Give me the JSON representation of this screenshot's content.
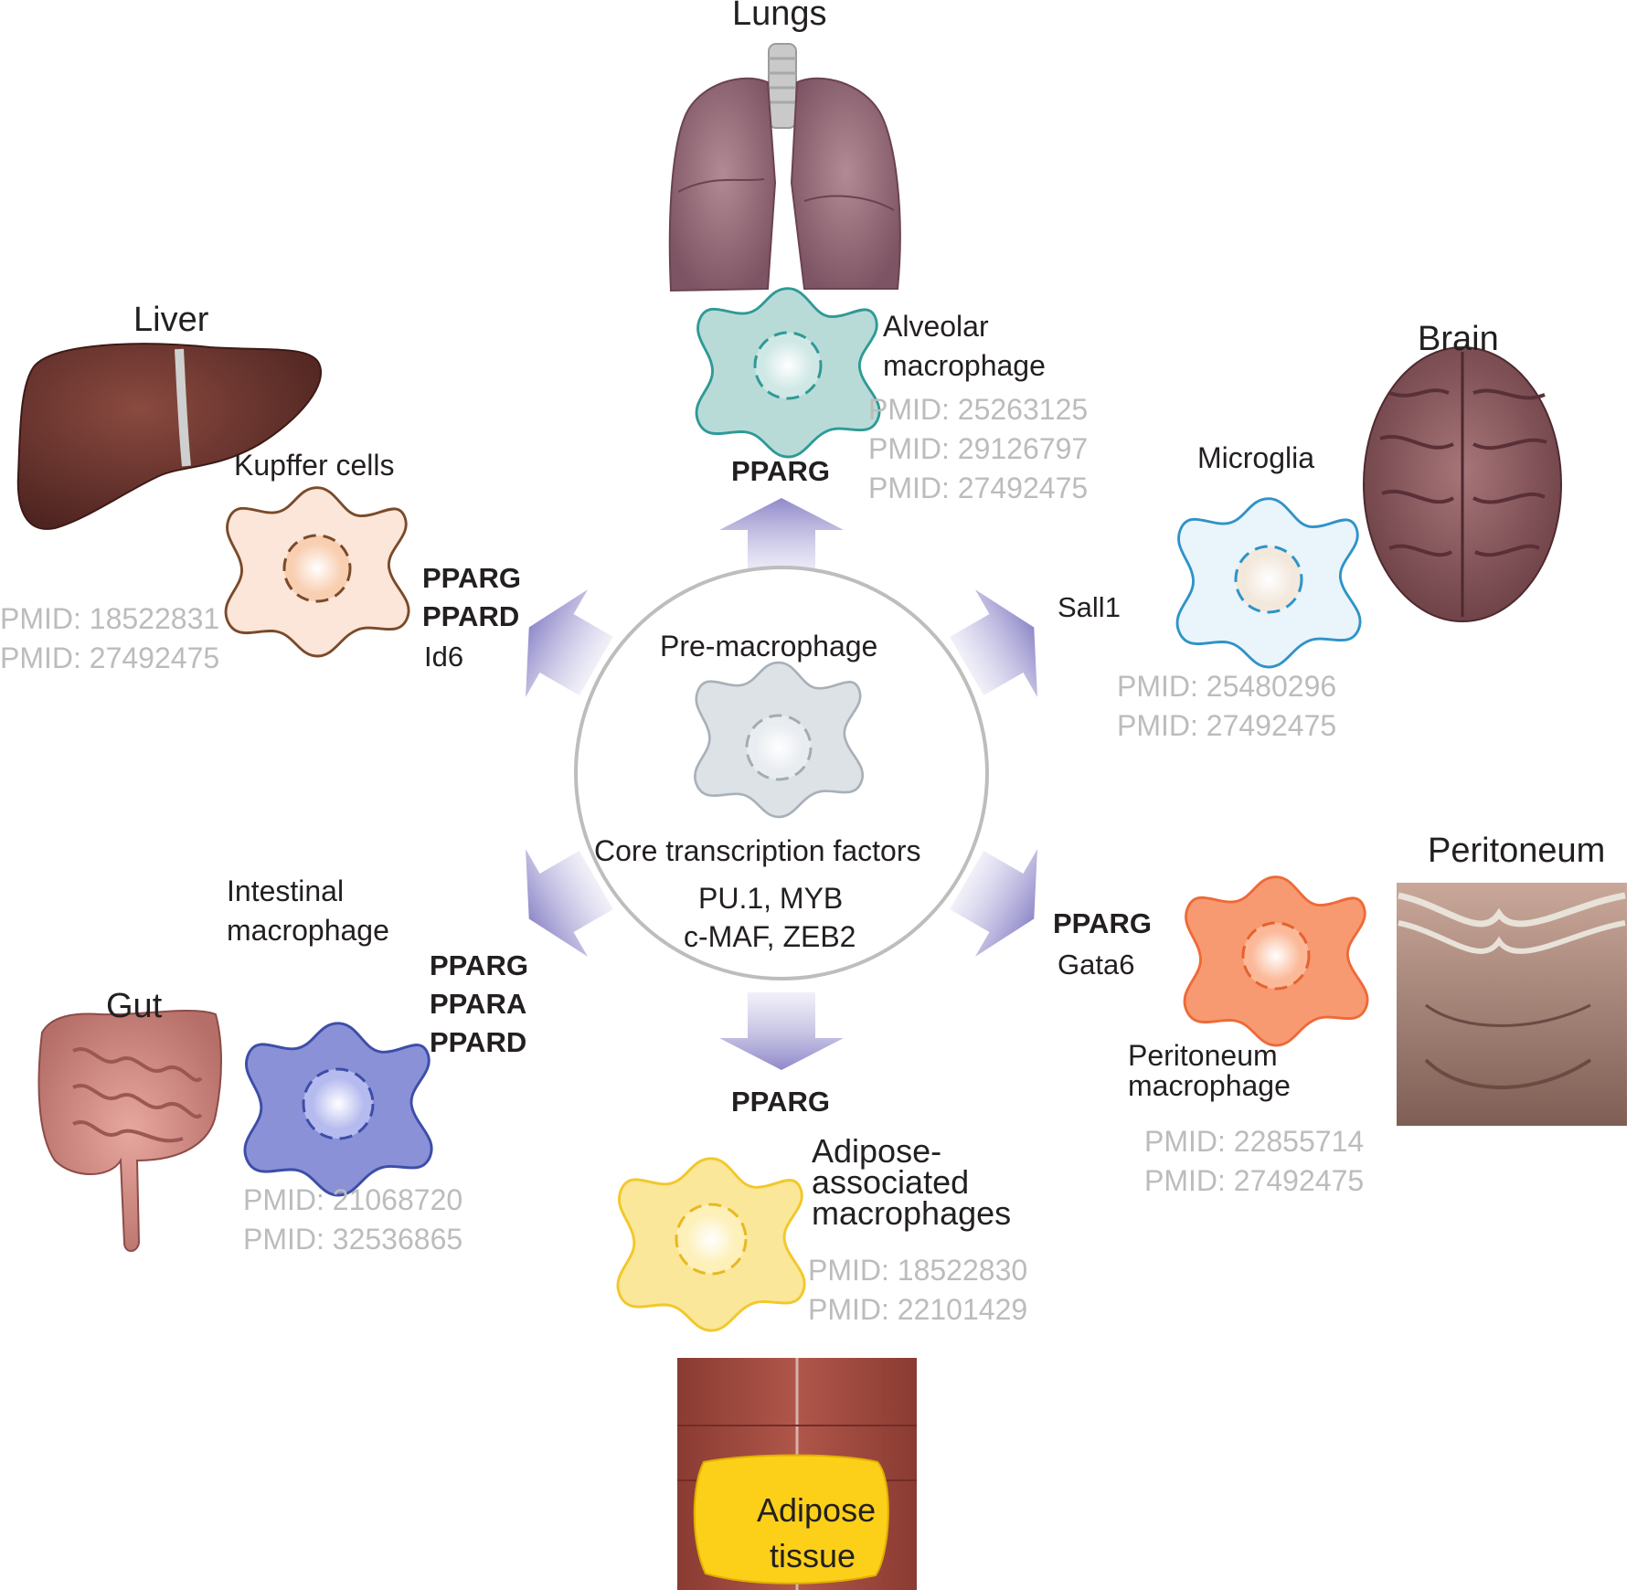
{
  "center": {
    "title": "Pre-macrophage",
    "subtitle": "Core transcription factors",
    "factors": [
      "PU.1, MYB",
      "c-MAF, ZEB2"
    ]
  },
  "branches": {
    "lungs": {
      "organ": "Lungs",
      "cell": [
        "Alveolar",
        "macrophage"
      ],
      "factors": [
        "PPARG"
      ],
      "pmids": [
        "PMID: 25263125",
        "PMID: 29126797",
        "PMID: 27492475"
      ],
      "color": "#2e9a96"
    },
    "brain": {
      "organ": "Brain",
      "cell": [
        "Microglia"
      ],
      "factors_regular": [
        "Sall1"
      ],
      "pmids": [
        "PMID: 25480296",
        "PMID: 27492475"
      ],
      "color": "#2f93c8"
    },
    "peritoneum": {
      "organ": "Peritoneum",
      "cell": [
        "Peritoneum",
        "macrophage"
      ],
      "factors": [
        "PPARG"
      ],
      "factors_regular": [
        "Gata6"
      ],
      "pmids": [
        "PMID: 22855714",
        "PMID: 27492475"
      ],
      "color": "#f07a45"
    },
    "adipose": {
      "organ": [
        "Adipose",
        "tissue"
      ],
      "cell": [
        "Adipose-",
        "associated",
        "macrophages"
      ],
      "factors": [
        "PPARG"
      ],
      "pmids": [
        "PMID: 18522830",
        "PMID: 22101429"
      ],
      "color": "#f2cc3a"
    },
    "gut": {
      "organ": "Gut",
      "cell": [
        "Intestinal",
        "macrophage"
      ],
      "factors": [
        "PPARG",
        "PPARA",
        "PPARD"
      ],
      "pmids": [
        "PMID: 21068720",
        "PMID: 32536865"
      ],
      "color": "#3d4ea8"
    },
    "liver": {
      "organ": "Liver",
      "cell": [
        "Kupffer cells"
      ],
      "factors": [
        "PPARG",
        "PPARD"
      ],
      "factors_regular": [
        "Id6"
      ],
      "pmids": [
        "PMID: 18522831",
        "PMID: 27492475"
      ],
      "color": "#7a4a2a"
    }
  }
}
